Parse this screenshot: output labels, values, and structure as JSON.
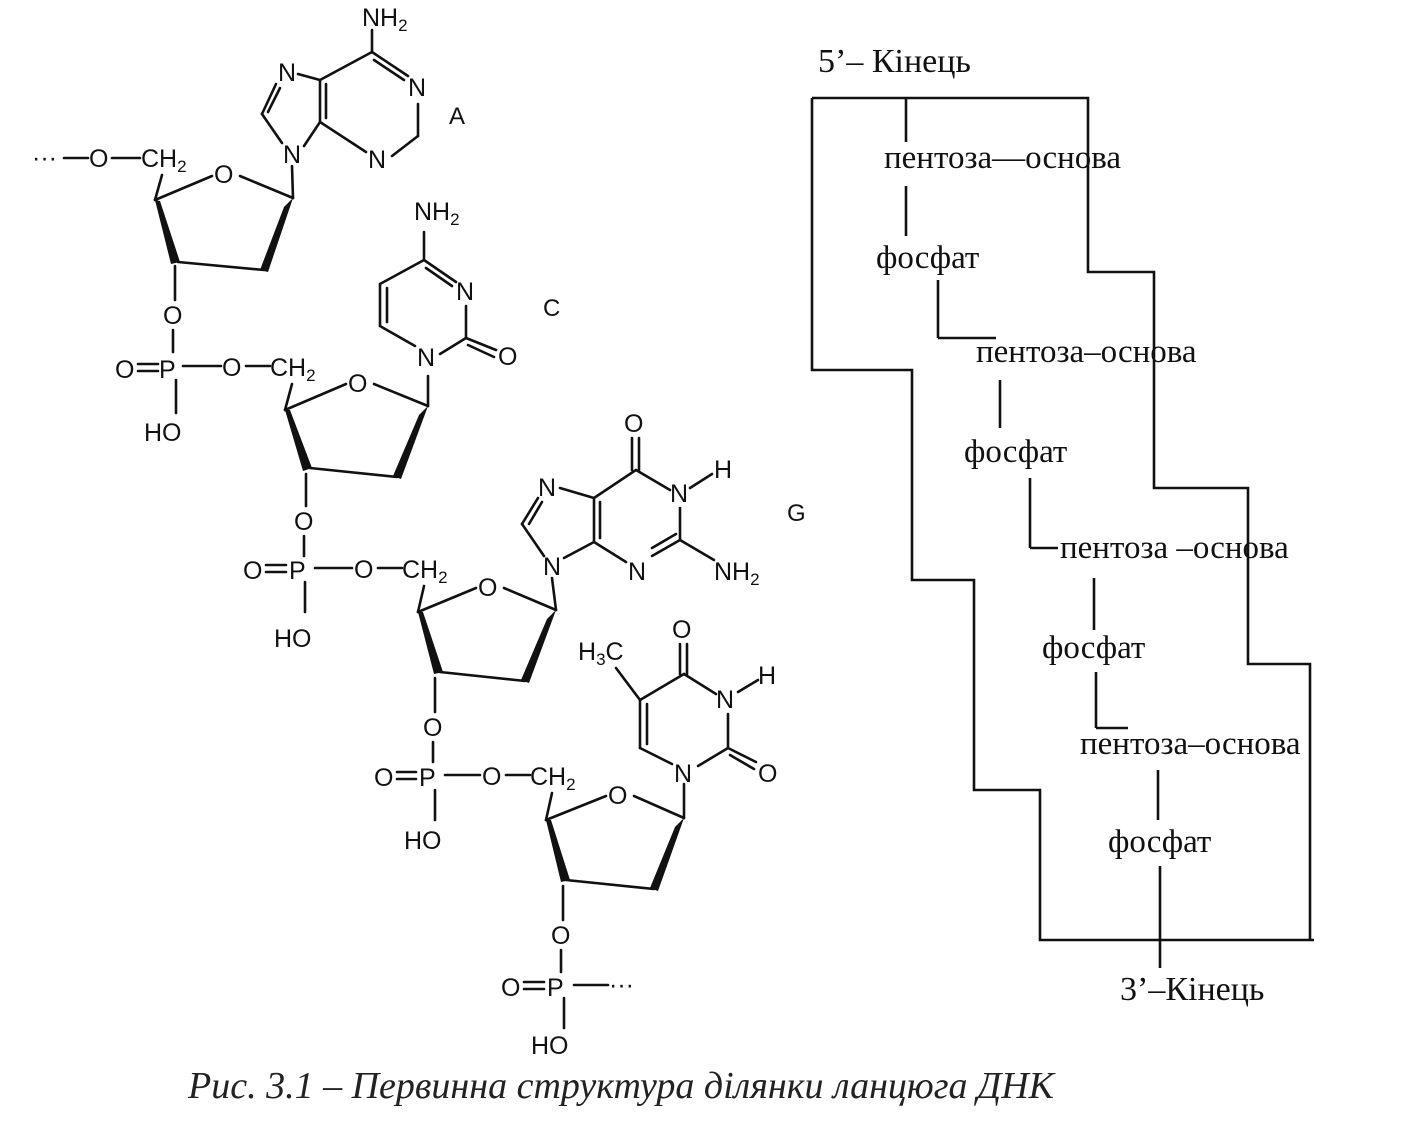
{
  "caption": "Рис. 3.1 – Первинна структура ділянки ланцюга ДНК",
  "structure": {
    "chain_start": "···",
    "chain_end": "···",
    "o_label": "O",
    "p_label": "P",
    "n_label": "N",
    "h_label": "H",
    "c_label": "C",
    "ho_label": "HO",
    "nh_label": "NH",
    "ch_label": "CH",
    "sub_2": "2",
    "sub_3": "3",
    "bases": [
      "A",
      "C",
      "G"
    ]
  },
  "scheme": {
    "five_prime_end": "5’– Кінець",
    "three_prime_end": "3’–Кінець",
    "rows": [
      {
        "pentose": "пентоза",
        "link": "—",
        "base": "основа",
        "phosphate": "фосфат"
      },
      {
        "pentose": "пентоза",
        "link": "–",
        "base": "основа",
        "phosphate": "фосфат"
      },
      {
        "pentose": "пентоза",
        "link": " –",
        "base": "основа",
        "phosphate": "фосфат"
      },
      {
        "pentose": "пентоза",
        "link": "–",
        "base": "основа",
        "phosphate": "фосфат"
      }
    ]
  }
}
